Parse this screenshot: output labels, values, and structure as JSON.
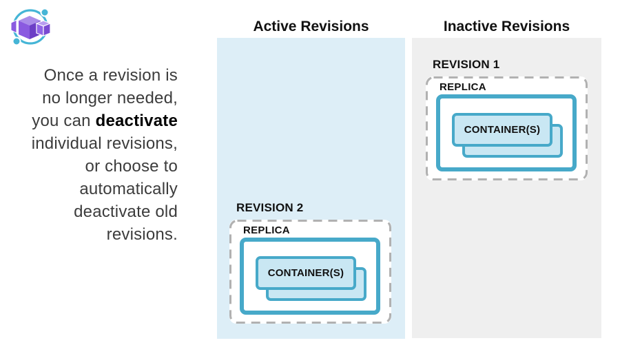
{
  "logo": {
    "name": "azure-container-apps-logo"
  },
  "intro": {
    "lines": [
      {
        "normal": "Once a revision is",
        "bold": ""
      },
      {
        "normal": "no longer needed,",
        "bold": ""
      },
      {
        "normal": "you can ",
        "bold": "deactivate"
      },
      {
        "normal": "individual revisions,",
        "bold": ""
      },
      {
        "normal": "or choose to",
        "bold": ""
      },
      {
        "normal": "automatically",
        "bold": ""
      },
      {
        "normal": "deactivate old",
        "bold": ""
      },
      {
        "normal": "revisions.",
        "bold": ""
      }
    ]
  },
  "columns": {
    "active": {
      "title": "Active Revisions"
    },
    "inactive": {
      "title": "Inactive Revisions"
    }
  },
  "revisions": [
    {
      "label": "REVISION 1",
      "replica_label": "REPLICA",
      "container_label": "CONTAINER(S)",
      "column": "inactive"
    },
    {
      "label": "REVISION 2",
      "replica_label": "REPLICA",
      "container_label": "CONTAINER(S)",
      "column": "active"
    }
  ],
  "colors": {
    "accent_blue": "#47a9c9",
    "container_fill": "#c9e7f3",
    "active_column_bg": "#ddeef7",
    "inactive_column_bg": "#efefef",
    "dashed_border": "#b1b1b1",
    "logo_purple": "#8a5ae0",
    "logo_blue": "#45b5d6"
  }
}
